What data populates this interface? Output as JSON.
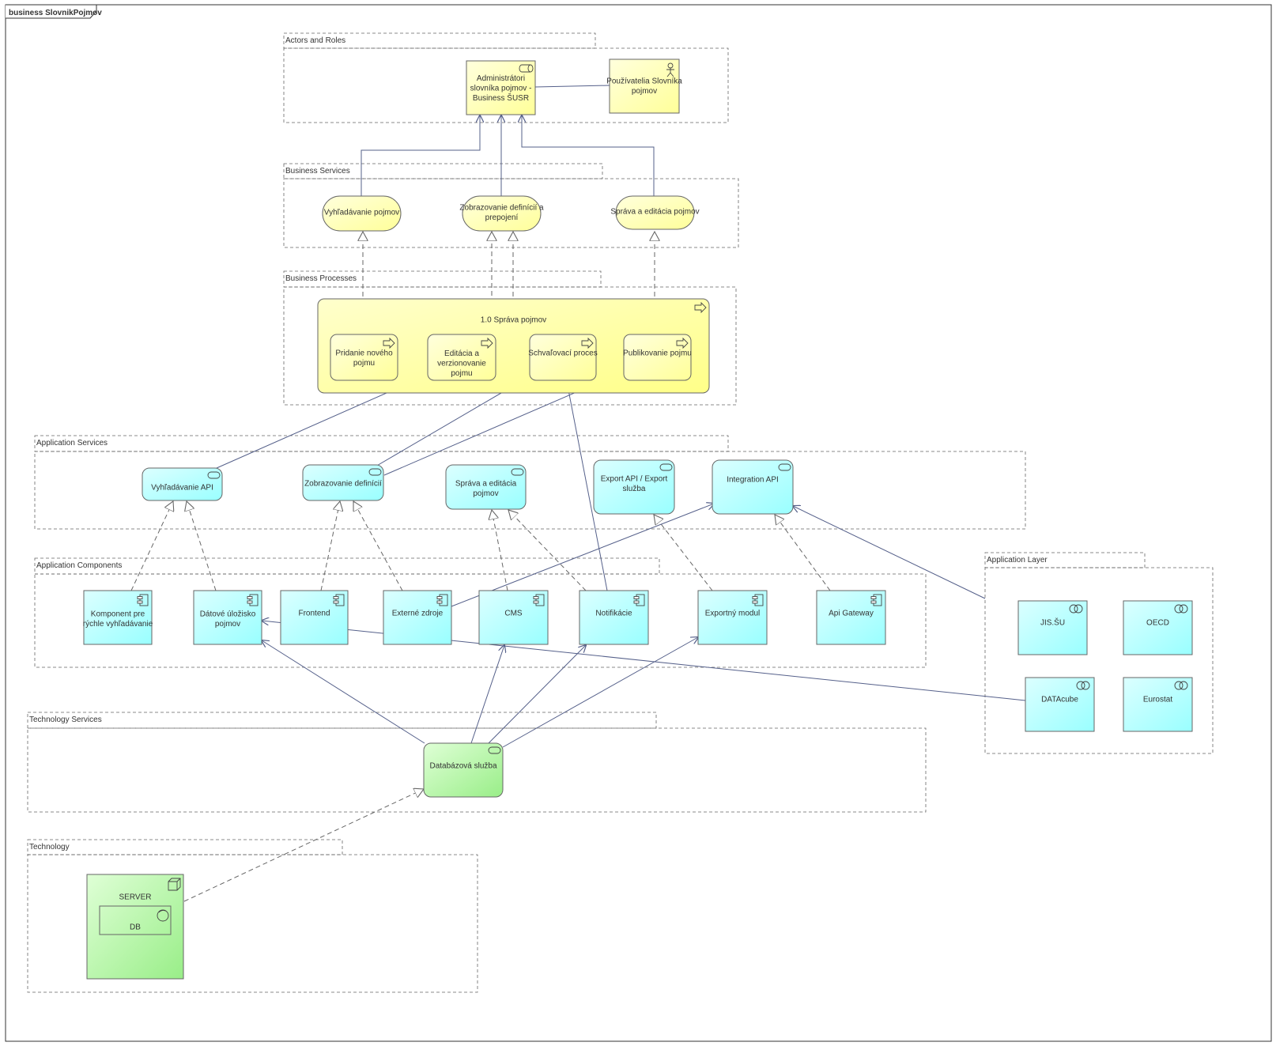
{
  "diagram": {
    "title": "business SlovnikPojmov",
    "groups": {
      "actors": "Actors and Roles",
      "business_services": "Business Services",
      "business_processes": "Business Processes",
      "app_services": "Application Services",
      "app_components": "Application Components",
      "tech_services": "Technology Services",
      "technology": "Technology",
      "app_layer": "Application Layer"
    },
    "actors": {
      "admin": [
        "Administrátori",
        "slovníka pojmov -",
        "Business ŠUSR"
      ],
      "users": [
        "Používatelia Slovníka",
        "pojmov"
      ]
    },
    "business_services": {
      "search": [
        "Vyhľadávanie pojmov"
      ],
      "display": [
        "Zobrazovanie definícií a",
        "prepojení"
      ],
      "manage": [
        "Správa a editácia pojmov"
      ]
    },
    "business_processes": {
      "main": [
        "1.0 Správa pojmov"
      ],
      "add": [
        "Pridanie nového",
        "pojmu"
      ],
      "edit": [
        "Editácia a",
        "verzionovanie",
        "pojmu"
      ],
      "approve": [
        "Schvaľovací proces"
      ],
      "publish": [
        "Publikovanie pojmu"
      ]
    },
    "app_services": {
      "search_api": [
        "Vyhľadávanie API"
      ],
      "display_defs": [
        "Zobrazovanie definícií"
      ],
      "manage": [
        "Správa a editácia",
        "pojmov"
      ],
      "export_api": [
        "Export API / Export",
        "služba"
      ],
      "integration_api": [
        "Integration API"
      ]
    },
    "app_components": {
      "fast_search": [
        "Komponent pre",
        "rýchle vyhľadávanie"
      ],
      "storage": [
        "Dátové úložisko",
        "pojmov"
      ],
      "frontend": [
        "Frontend"
      ],
      "external": [
        "Externé zdroje"
      ],
      "cms": [
        "CMS"
      ],
      "notifications": [
        "Notifikácie"
      ],
      "export_module": [
        "Exportný modul"
      ],
      "api_gateway": [
        "Api Gateway"
      ]
    },
    "tech_services": {
      "db_service": [
        "Databázová služba"
      ]
    },
    "technology": {
      "server": [
        "SERVER"
      ],
      "db": [
        "DB"
      ]
    },
    "app_layer": {
      "jis": [
        "JIS.ŠU"
      ],
      "oecd": [
        "OECD"
      ],
      "datacube": [
        "DATAcube"
      ],
      "eurostat": [
        "Eurostat"
      ]
    },
    "colors": {
      "business": "#ffff99",
      "application": "#99ffff",
      "technology": "#99ee88",
      "line": "#55608a",
      "border": "#666666"
    }
  }
}
